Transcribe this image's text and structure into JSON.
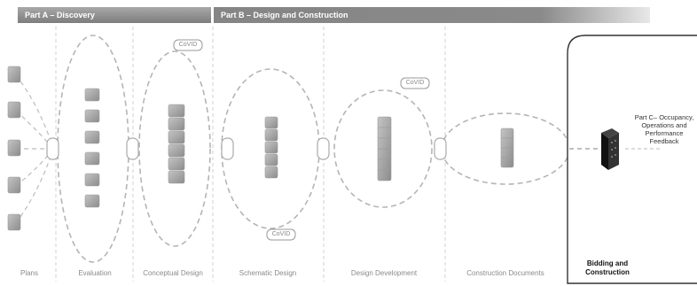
{
  "headers": {
    "part_a": "Part A – Discovery",
    "part_b": "Part B – Design and Construction"
  },
  "stages": [
    "Plans",
    "Evaluation",
    "Conceptual Design",
    "Schematic Design",
    "Design Development",
    "Construction Documents"
  ],
  "final_stage": "Bidding and Construction",
  "part_c": "Part C– Occupancy, Operations and Performance Feedback",
  "badges": [
    "CoVID",
    "CoVID",
    "CoVID"
  ],
  "colors": {
    "header_a": "#8f8f8f",
    "header_b": "#858585",
    "dash": "#b5b5b5",
    "block": "#9a9a9a",
    "final_block": "#222222"
  }
}
